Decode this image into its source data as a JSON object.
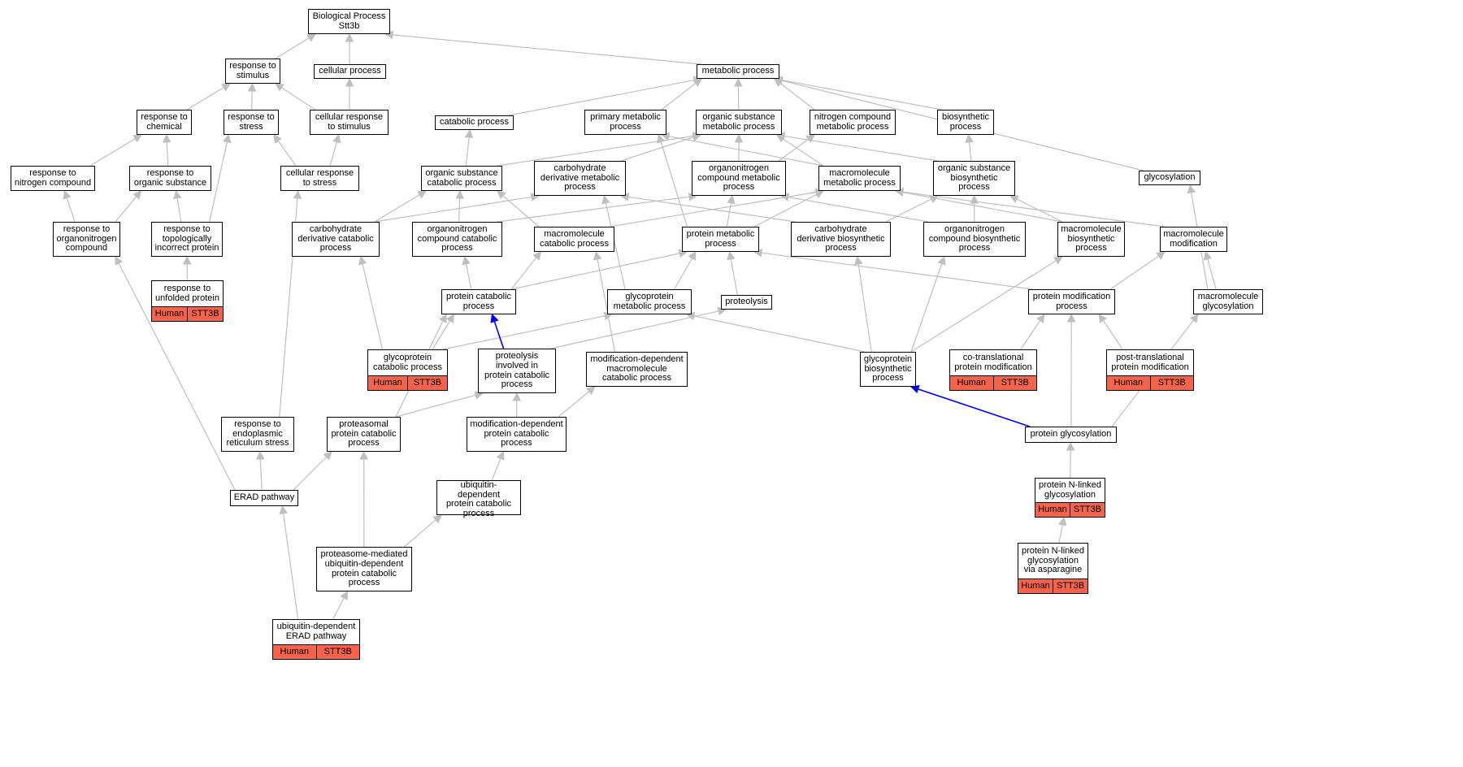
{
  "diagram": {
    "nodes": [
      {
        "id": "bp",
        "label": "Biological Process\nStt3b"
      },
      {
        "id": "rstim",
        "label": "response to\nstimulus"
      },
      {
        "id": "cellproc",
        "label": "cellular process"
      },
      {
        "id": "metab",
        "label": "metabolic process"
      },
      {
        "id": "rchem",
        "label": "response to\nchemical"
      },
      {
        "id": "rstress",
        "label": "response to\nstress"
      },
      {
        "id": "cellrstim",
        "label": "cellular response\nto stimulus"
      },
      {
        "id": "catab",
        "label": "catabolic process"
      },
      {
        "id": "primmet",
        "label": "primary metabolic\nprocess"
      },
      {
        "id": "orgsubmet",
        "label": "organic substance\nmetabolic process"
      },
      {
        "id": "nitromet",
        "label": "nitrogen compound\nmetabolic process"
      },
      {
        "id": "biosyn",
        "label": "biosynthetic\nprocess"
      },
      {
        "id": "rnitro",
        "label": "response to\nnitrogen compound"
      },
      {
        "id": "rorgsub",
        "label": "response to\norganic substance"
      },
      {
        "id": "cellrstress",
        "label": "cellular response\nto stress"
      },
      {
        "id": "orgsubcat",
        "label": "organic substance\ncatabolic process"
      },
      {
        "id": "carbderivmet",
        "label": "carbohydrate\nderivative metabolic\nprocess"
      },
      {
        "id": "orgnitromet",
        "label": "organonitrogen\ncompound metabolic\nprocess"
      },
      {
        "id": "macromet",
        "label": "macromolecule\nmetabolic process"
      },
      {
        "id": "orgsubbiosyn",
        "label": "organic substance\nbiosynthetic\nprocess"
      },
      {
        "id": "glycosylation",
        "label": "glycosylation"
      },
      {
        "id": "rorgnitro",
        "label": "response to\norganonitrogen\ncompound"
      },
      {
        "id": "rtopo",
        "label": "response to\ntopologically\nincorrect protein"
      },
      {
        "id": "carbderivcat",
        "label": "carbohydrate\nderivative catabolic\nprocess"
      },
      {
        "id": "orgnitrocat",
        "label": "organonitrogen\ncompound catabolic\nprocess"
      },
      {
        "id": "macrocat",
        "label": "macromolecule\ncatabolic process"
      },
      {
        "id": "protmet",
        "label": "protein metabolic\nprocess"
      },
      {
        "id": "carbderivbiosyn",
        "label": "carbohydrate\nderivative biosynthetic\nprocess"
      },
      {
        "id": "orgnitrobiosyn",
        "label": "organonitrogen\ncompound biosynthetic\nprocess"
      },
      {
        "id": "macrobiosyn",
        "label": "macromolecule\nbiosynthetic\nprocess"
      },
      {
        "id": "macromod",
        "label": "macromolecule\nmodification"
      },
      {
        "id": "runfold",
        "label": "response to\nunfolded protein",
        "annotation": [
          "Human",
          "STT3B"
        ]
      },
      {
        "id": "protcat",
        "label": "protein catabolic\nprocess"
      },
      {
        "id": "glycoprotmet",
        "label": "glycoprotein\nmetabolic process"
      },
      {
        "id": "proteolysis",
        "label": "proteolysis"
      },
      {
        "id": "protmod",
        "label": "protein modification\nprocess"
      },
      {
        "id": "macroglyc",
        "label": "macromolecule\nglycosylation"
      },
      {
        "id": "glycoprotcat",
        "label": "glycoprotein\ncatabolic process",
        "annotation": [
          "Human",
          "STT3B"
        ]
      },
      {
        "id": "proteolysisinv",
        "label": "proteolysis\ninvolved in\nprotein catabolic\nprocess"
      },
      {
        "id": "moddepmacrocat",
        "label": "modification-dependent\nmacromolecule\ncatabolic process"
      },
      {
        "id": "glycoprotbiosyn",
        "label": "glycoprotein\nbiosynthetic\nprocess"
      },
      {
        "id": "cotrans",
        "label": "co-translational\nprotein modification",
        "annotation": [
          "Human",
          "STT3B"
        ]
      },
      {
        "id": "posttrans",
        "label": "post-translational\nprotein modification",
        "annotation": [
          "Human",
          "STT3B"
        ]
      },
      {
        "id": "rer",
        "label": "response to\nendoplasmic\nreticulum stress"
      },
      {
        "id": "proteasomal",
        "label": "proteasomal\nprotein catabolic\nprocess"
      },
      {
        "id": "moddepprotcat",
        "label": "modification-dependent\nprotein catabolic\nprocess"
      },
      {
        "id": "protglyc",
        "label": "protein glycosylation"
      },
      {
        "id": "erad",
        "label": "ERAD pathway"
      },
      {
        "id": "ubiqdep",
        "label": "ubiquitin-dependent\nprotein catabolic\nprocess"
      },
      {
        "id": "nlinked",
        "label": "protein N-linked\nglycosylation",
        "annotation": [
          "Human",
          "STT3B"
        ]
      },
      {
        "id": "proteasomemed",
        "label": "proteasome-mediated\nubiquitin-dependent\nprotein catabolic\nprocess"
      },
      {
        "id": "nlinkedasn",
        "label": "protein N-linked\nglycosylation\nvia asparagine",
        "annotation": [
          "Human",
          "STT3B"
        ]
      },
      {
        "id": "ubiqerad",
        "label": "ubiquitin-dependent\nERAD pathway",
        "annotation": [
          "Human",
          "STT3B"
        ]
      }
    ],
    "edges": [
      [
        "rstim",
        "bp"
      ],
      [
        "cellproc",
        "bp"
      ],
      [
        "metab",
        "bp"
      ],
      [
        "rchem",
        "rstim"
      ],
      [
        "rstress",
        "rstim"
      ],
      [
        "cellrstim",
        "rstim"
      ],
      [
        "cellrstim",
        "cellproc"
      ],
      [
        "catab",
        "metab"
      ],
      [
        "primmet",
        "metab"
      ],
      [
        "orgsubmet",
        "metab"
      ],
      [
        "nitromet",
        "metab"
      ],
      [
        "biosyn",
        "metab"
      ],
      [
        "glycosylation",
        "metab"
      ],
      [
        "rnitro",
        "rchem"
      ],
      [
        "rorgsub",
        "rchem"
      ],
      [
        "cellrstress",
        "rstress"
      ],
      [
        "cellrstress",
        "cellrstim"
      ],
      [
        "orgsubcat",
        "catab"
      ],
      [
        "orgsubcat",
        "orgsubmet"
      ],
      [
        "carbderivmet",
        "orgsubmet"
      ],
      [
        "orgnitromet",
        "orgsubmet"
      ],
      [
        "orgnitromet",
        "nitromet"
      ],
      [
        "macromet",
        "orgsubmet"
      ],
      [
        "macromet",
        "primmet"
      ],
      [
        "orgsubbiosyn",
        "orgsubmet"
      ],
      [
        "orgsubbiosyn",
        "biosyn"
      ],
      [
        "rorgnitro",
        "rnitro"
      ],
      [
        "rorgnitro",
        "rorgsub"
      ],
      [
        "rtopo",
        "rstress"
      ],
      [
        "rtopo",
        "rorgsub"
      ],
      [
        "carbderivcat",
        "orgsubcat"
      ],
      [
        "carbderivcat",
        "carbderivmet"
      ],
      [
        "orgnitrocat",
        "orgsubcat"
      ],
      [
        "orgnitrocat",
        "orgnitromet"
      ],
      [
        "macrocat",
        "orgsubcat"
      ],
      [
        "macrocat",
        "macromet"
      ],
      [
        "protmet",
        "primmet"
      ],
      [
        "protmet",
        "orgnitromet"
      ],
      [
        "protmet",
        "macromet"
      ],
      [
        "carbderivbiosyn",
        "carbderivmet"
      ],
      [
        "carbderivbiosyn",
        "orgsubbiosyn"
      ],
      [
        "orgnitrobiosyn",
        "orgnitromet"
      ],
      [
        "orgnitrobiosyn",
        "orgsubbiosyn"
      ],
      [
        "macrobiosyn",
        "macromet"
      ],
      [
        "macrobiosyn",
        "orgsubbiosyn"
      ],
      [
        "macromod",
        "macromet"
      ],
      [
        "runfold",
        "rtopo"
      ],
      [
        "protcat",
        "orgnitrocat"
      ],
      [
        "protcat",
        "macrocat"
      ],
      [
        "protcat",
        "protmet"
      ],
      [
        "glycoprotmet",
        "carbderivmet"
      ],
      [
        "glycoprotmet",
        "protmet"
      ],
      [
        "proteolysis",
        "protmet"
      ],
      [
        "protmod",
        "protmet"
      ],
      [
        "protmod",
        "macromod"
      ],
      [
        "macroglyc",
        "macromod"
      ],
      [
        "macroglyc",
        "glycosylation"
      ],
      [
        "glycoprotcat",
        "carbderivcat"
      ],
      [
        "glycoprotcat",
        "protcat"
      ],
      [
        "glycoprotcat",
        "glycoprotmet"
      ],
      [
        "proteolysisinv",
        "proteolysis"
      ],
      [
        "moddepmacrocat",
        "macrocat"
      ],
      [
        "glycoprotbiosyn",
        "glycoprotmet"
      ],
      [
        "glycoprotbiosyn",
        "carbderivbiosyn"
      ],
      [
        "glycoprotbiosyn",
        "orgnitrobiosyn"
      ],
      [
        "glycoprotbiosyn",
        "macrobiosyn"
      ],
      [
        "cotrans",
        "protmod"
      ],
      [
        "posttrans",
        "protmod"
      ],
      [
        "rer",
        "cellrstress"
      ],
      [
        "proteasomal",
        "protcat"
      ],
      [
        "proteasomal",
        "proteolysisinv"
      ],
      [
        "moddepprotcat",
        "proteolysisinv"
      ],
      [
        "moddepprotcat",
        "moddepmacrocat"
      ],
      [
        "protglyc",
        "protmod"
      ],
      [
        "protglyc",
        "macroglyc"
      ],
      [
        "erad",
        "rorgnitro"
      ],
      [
        "erad",
        "rer"
      ],
      [
        "erad",
        "proteasomal"
      ],
      [
        "ubiqdep",
        "moddepprotcat"
      ],
      [
        "nlinked",
        "protglyc"
      ],
      [
        "proteasomemed",
        "proteasomal"
      ],
      [
        "proteasomemed",
        "ubiqdep"
      ],
      [
        "nlinkedasn",
        "nlinked"
      ],
      [
        "ubiqerad",
        "erad"
      ],
      [
        "ubiqerad",
        "proteasomemed"
      ]
    ],
    "highlighted_edges": [
      [
        "proteolysisinv",
        "protcat"
      ],
      [
        "protglyc",
        "glycoprotbiosyn"
      ]
    ],
    "colors": {
      "edge": "#bfbfbf",
      "highlight_edge": "#0000ff",
      "annotation_fill": "#f4634a"
    }
  }
}
